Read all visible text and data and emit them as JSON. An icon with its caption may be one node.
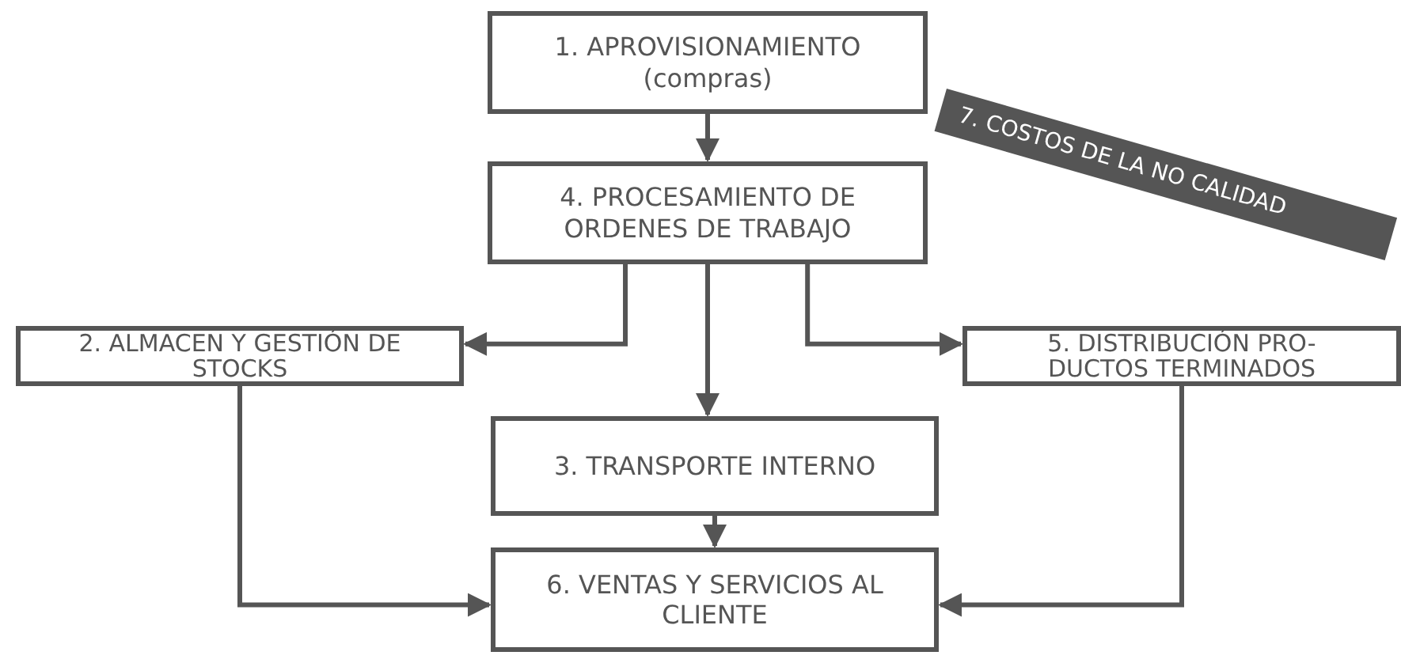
{
  "diagram": {
    "nodes": [
      {
        "text": [
          "1. APROVISIONAMIENTO (compras)"
        ]
      },
      {
        "text": [
          "4. PROCESAMIENTO DE ORDENES DE TRABAJO"
        ]
      },
      {
        "text": [
          "2. ALMACEN Y GESTIÓN DE STOCKS"
        ]
      },
      {
        "text": [
          "5. DISTRIBUCIÓN PRO- DUCTOS TERMINADOS"
        ]
      },
      {
        "text": [
          "3. TRANSPORTE INTERNO"
        ]
      },
      {
        "text": [
          "6. VENTAS Y SERVICIOS AL CLIENTE"
        ]
      },
      {
        "text": [
          "7. COSTOS DE LA NO CALIDAD"
        ]
      }
    ],
    "edges": [
      {
        "from": 0,
        "to": 1,
        "arrow": "to"
      },
      {
        "from": 1,
        "to": 2,
        "arrow": "to"
      },
      {
        "from": 1,
        "to": 4,
        "arrow": "to"
      },
      {
        "from": 1,
        "to": 3,
        "arrow": "to"
      },
      {
        "from": 4,
        "to": 5,
        "arrow": "to"
      },
      {
        "from": 2,
        "to": 5,
        "arrow": "to"
      },
      {
        "from": 3,
        "to": 5,
        "arrow": "to"
      }
    ]
  }
}
